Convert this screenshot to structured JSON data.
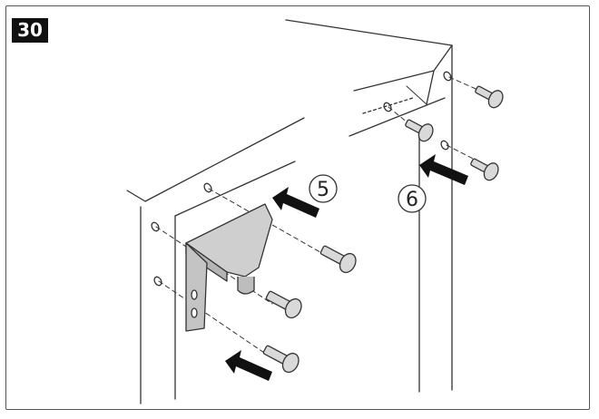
{
  "step_number": "30",
  "callouts": [
    {
      "id": "callout-5",
      "label": "5"
    },
    {
      "id": "callout-6",
      "label": "6"
    }
  ],
  "colors": {
    "line": "#333333",
    "arrow": "#111111",
    "bracket_fill": "#cfcfcf",
    "screw_fill": "#d9d9d9"
  },
  "icons": [
    "bracket-icon",
    "screw-icon",
    "arrow-icon",
    "panel-outline"
  ]
}
